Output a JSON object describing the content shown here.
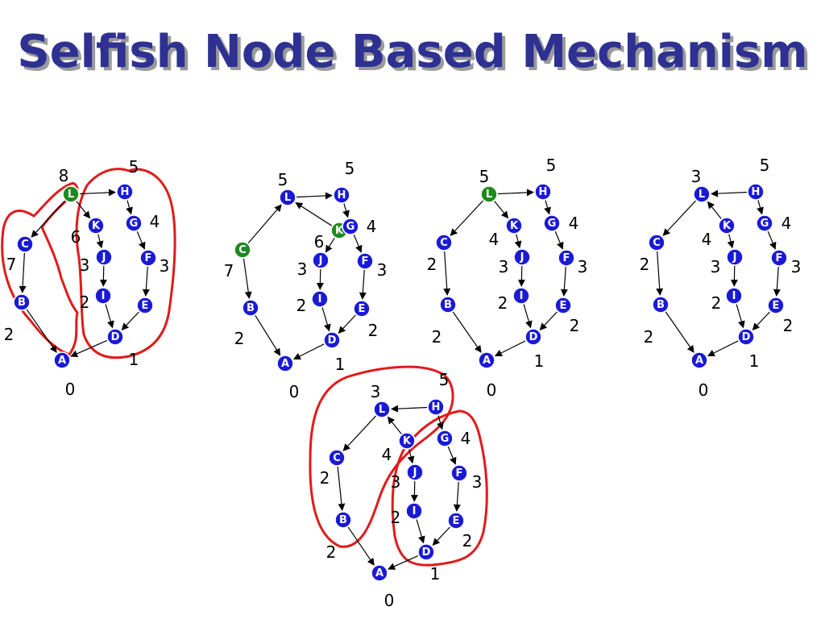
{
  "title": "Selfish Node Based Mechanism",
  "colors": {
    "title": "#2E3192",
    "node": "#1a1ad6",
    "highlight_node": "#1e8a1e",
    "outline": "#e01b1b"
  },
  "diagrams": [
    {
      "id": "graph-1",
      "highlight": [
        "L"
      ],
      "weights": {
        "L": "8",
        "H": "5",
        "K": "6",
        "G": "4",
        "C": "7",
        "J": "3",
        "F": "3",
        "B": "",
        "I": "2",
        "E": "",
        "D": "2",
        "A": "0",
        "extra": [
          [
            "B",
            "2"
          ],
          [
            "D",
            "1"
          ]
        ]
      },
      "edges": [
        [
          "L",
          "H"
        ],
        [
          "L",
          "C"
        ],
        [
          "L",
          "K"
        ],
        [
          "H",
          "G"
        ],
        [
          "K",
          "J"
        ],
        [
          "J",
          "I"
        ],
        [
          "I",
          "D"
        ],
        [
          "G",
          "F"
        ],
        [
          "F",
          "E"
        ],
        [
          "E",
          "D"
        ],
        [
          "C",
          "B"
        ],
        [
          "B",
          "A"
        ],
        [
          "D",
          "A"
        ]
      ],
      "outlines": 2
    },
    {
      "id": "graph-2",
      "highlight": [
        "K",
        "C"
      ],
      "weights": {
        "L": "5",
        "H": "5",
        "K": "6",
        "G": "4",
        "C": "7",
        "J": "3",
        "F": "3",
        "B": "2",
        "I": "2",
        "E": "2",
        "D": "1",
        "A": "0"
      },
      "edges": [
        [
          "L",
          "H"
        ],
        [
          "C",
          "L"
        ],
        [
          "K",
          "L"
        ],
        [
          "H",
          "G"
        ],
        [
          "K",
          "J"
        ],
        [
          "J",
          "I"
        ],
        [
          "I",
          "D"
        ],
        [
          "G",
          "F"
        ],
        [
          "F",
          "E"
        ],
        [
          "E",
          "D"
        ],
        [
          "C",
          "B"
        ],
        [
          "B",
          "A"
        ],
        [
          "D",
          "A"
        ]
      ],
      "outlines": 0
    },
    {
      "id": "graph-3",
      "highlight": [
        "L"
      ],
      "weights": {
        "L": "5",
        "H": "5",
        "K": "4",
        "G": "4",
        "C": "2",
        "J": "3",
        "F": "3",
        "B": "2",
        "I": "2",
        "E": "2",
        "D": "1",
        "A": "0"
      },
      "edges": [
        [
          "L",
          "H"
        ],
        [
          "L",
          "C"
        ],
        [
          "L",
          "K"
        ],
        [
          "H",
          "G"
        ],
        [
          "K",
          "J"
        ],
        [
          "J",
          "I"
        ],
        [
          "I",
          "D"
        ],
        [
          "G",
          "F"
        ],
        [
          "F",
          "E"
        ],
        [
          "E",
          "D"
        ],
        [
          "C",
          "B"
        ],
        [
          "B",
          "A"
        ],
        [
          "D",
          "A"
        ]
      ],
      "outlines": 0
    },
    {
      "id": "graph-4",
      "highlight": [],
      "weights": {
        "L": "3",
        "H": "5",
        "K": "4",
        "G": "4",
        "C": "2",
        "J": "3",
        "F": "3",
        "B": "2",
        "I": "2",
        "E": "2",
        "D": "1",
        "A": "0"
      },
      "edges": [
        [
          "H",
          "L"
        ],
        [
          "L",
          "C"
        ],
        [
          "K",
          "L"
        ],
        [
          "H",
          "G"
        ],
        [
          "K",
          "J"
        ],
        [
          "J",
          "I"
        ],
        [
          "I",
          "D"
        ],
        [
          "G",
          "F"
        ],
        [
          "F",
          "E"
        ],
        [
          "E",
          "D"
        ],
        [
          "C",
          "B"
        ],
        [
          "B",
          "A"
        ],
        [
          "D",
          "A"
        ]
      ],
      "outlines": 0
    },
    {
      "id": "graph-5",
      "highlight": [],
      "weights": {
        "L": "3",
        "H": "5",
        "K": "4",
        "G": "4",
        "C": "2",
        "J": "3",
        "F": "3",
        "B": "2",
        "I": "2",
        "E": "2",
        "D": "1",
        "A": "0"
      },
      "edges": [
        [
          "H",
          "L"
        ],
        [
          "L",
          "C"
        ],
        [
          "K",
          "L"
        ],
        [
          "H",
          "G"
        ],
        [
          "K",
          "J"
        ],
        [
          "J",
          "I"
        ],
        [
          "I",
          "D"
        ],
        [
          "G",
          "F"
        ],
        [
          "F",
          "E"
        ],
        [
          "E",
          "D"
        ],
        [
          "C",
          "B"
        ],
        [
          "B",
          "A"
        ],
        [
          "D",
          "A"
        ]
      ],
      "outlines": 2
    }
  ]
}
